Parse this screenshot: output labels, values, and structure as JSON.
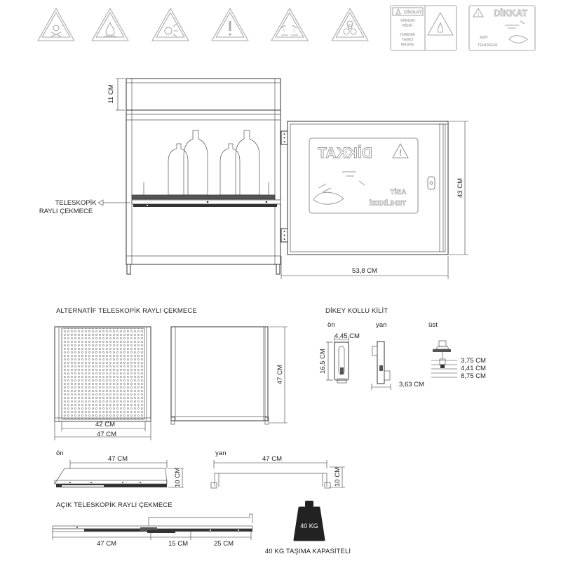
{
  "hazard_icons": [
    {
      "name": "skull-crossbones-icon"
    },
    {
      "name": "flame-icon"
    },
    {
      "name": "explosion-icon"
    },
    {
      "name": "exclamation-icon"
    },
    {
      "name": "corrosive-icon"
    },
    {
      "name": "biohazard-icon"
    }
  ],
  "signs": {
    "fire": {
      "title": "DİKKAT",
      "line1": "YANGIN",
      "line2": "RİSKİ",
      "line3": "YURENIK",
      "line4": "YANICI",
      "line5": "MADDE"
    },
    "acid": {
      "title": "DİKKAT",
      "line1": "ASİT",
      "line2": "TEHLİKESİ"
    }
  },
  "main_cabinet": {
    "label_drawer_1": "TELESKOPİK",
    "label_drawer_2": "RAYLI ÇEKMECE",
    "dim_top": "11 CM",
    "dim_height": "43 CM",
    "dim_width": "53,8 CM",
    "door_sign_title": "DİKKAT",
    "door_sign_line1": "ASİT",
    "door_sign_line2": "TEHLİKESİ"
  },
  "alt_drawer": {
    "title": "ALTERNATİF TELESKOPİK RAYLI ÇEKMECE",
    "dim_inner_width": "42 CM",
    "dim_outer_width": "47 CM",
    "dim_height": "47 CM",
    "front_label": "ön",
    "front_dim_width": "47 CM",
    "front_dim_height": "10 CM",
    "side_label": "yan",
    "side_dim_width": "47 CM",
    "side_dim_height": "10 CM"
  },
  "lock": {
    "title": "DİKEY KOLLU KİLİT",
    "front_label": "ön",
    "side_label": "yan",
    "top_label": "üst",
    "dim_front_width": "4,45 CM",
    "dim_front_height": "16,5 CM",
    "dim_side": "3,63 CM",
    "dim_top_1": "3,75 CM",
    "dim_top_2": "4,41 CM",
    "dim_top_3": "8,75 CM"
  },
  "open_drawer": {
    "title": "AÇIK TELESKOPİK RAYLI ÇEKMECE",
    "dim_1": "47 CM",
    "dim_2": "15 CM",
    "dim_3": "25 CM"
  },
  "weight": {
    "label": "40 KG",
    "caption": "40 KG TAŞIMA KAPASİTELİ"
  }
}
